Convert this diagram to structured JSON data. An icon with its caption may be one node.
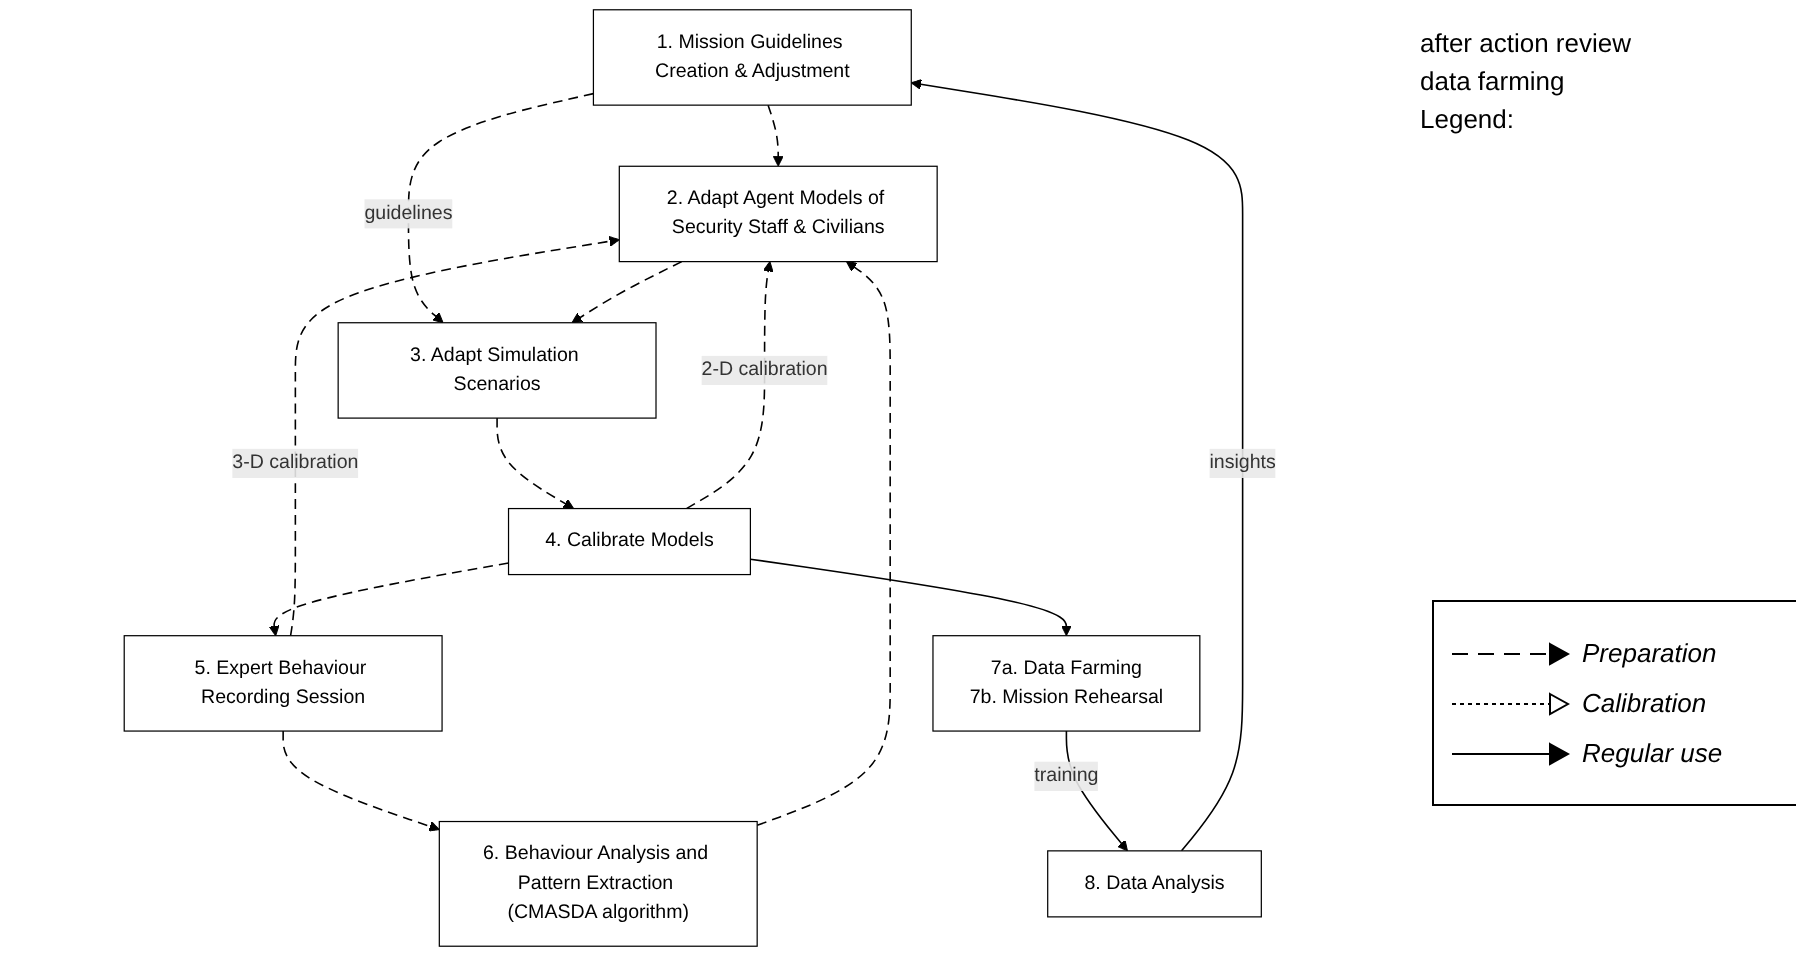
{
  "diagram": {
    "nodes": [
      {
        "text": [
          "1. Mission Guidelines Creation & Adjustment"
        ]
      },
      {
        "text": [
          "2. Adapt Agent Models of Security Staff & Civilians"
        ]
      },
      {
        "text": [
          "3. Adapt Simulation Scenarios"
        ]
      },
      {
        "text": [
          "4. Calibrate Models"
        ]
      },
      {
        "text": [
          "5. Expert Behaviour Recording Session"
        ]
      },
      {
        "text": [
          "6. Behaviour Analysis and Pattern Extraction (CMASDA algorithm)"
        ]
      },
      {
        "text": [
          "7a. Data Farming",
          "7b. Mission Rehearsal"
        ]
      },
      {
        "text": [
          "8. Data Analysis"
        ]
      }
    ],
    "edges": [
      {
        "from": 0,
        "to": 1,
        "arrow": "to",
        "style": "dashed"
      },
      {
        "from": 0,
        "to": 2,
        "arrow": "to",
        "style": "dashed",
        "label": "guidelines"
      },
      {
        "from": 1,
        "to": 2,
        "arrow": "to",
        "style": "dashed"
      },
      {
        "from": 2,
        "to": 3,
        "arrow": "to",
        "style": "dashed"
      },
      {
        "from": 3,
        "to": 4,
        "arrow": "to",
        "style": "dashed"
      },
      {
        "from": 4,
        "to": 5,
        "arrow": "to",
        "style": "dashed"
      },
      {
        "from": 5,
        "to": 1,
        "arrow": "to",
        "style": "dashed"
      },
      {
        "from": 3,
        "to": 1,
        "arrow": "to",
        "style": "dashed",
        "label": "2-D calibration"
      },
      {
        "from": 4,
        "to": 1,
        "arrow": "to",
        "style": "dashed",
        "label": "3-D calibration"
      },
      {
        "from": 3,
        "to": 6,
        "arrow": "to"
      },
      {
        "from": 6,
        "to": 7,
        "arrow": "to",
        "label": "training"
      },
      {
        "from": 7,
        "to": 0,
        "arrow": "to",
        "label": "insights"
      }
    ],
    "labels": [
      "after action review",
      "data farming",
      "Legend:"
    ],
    "legend": [
      {
        "text": "Preparation"
      },
      {
        "text": "Calibration"
      },
      {
        "text": "Regular use"
      }
    ]
  }
}
